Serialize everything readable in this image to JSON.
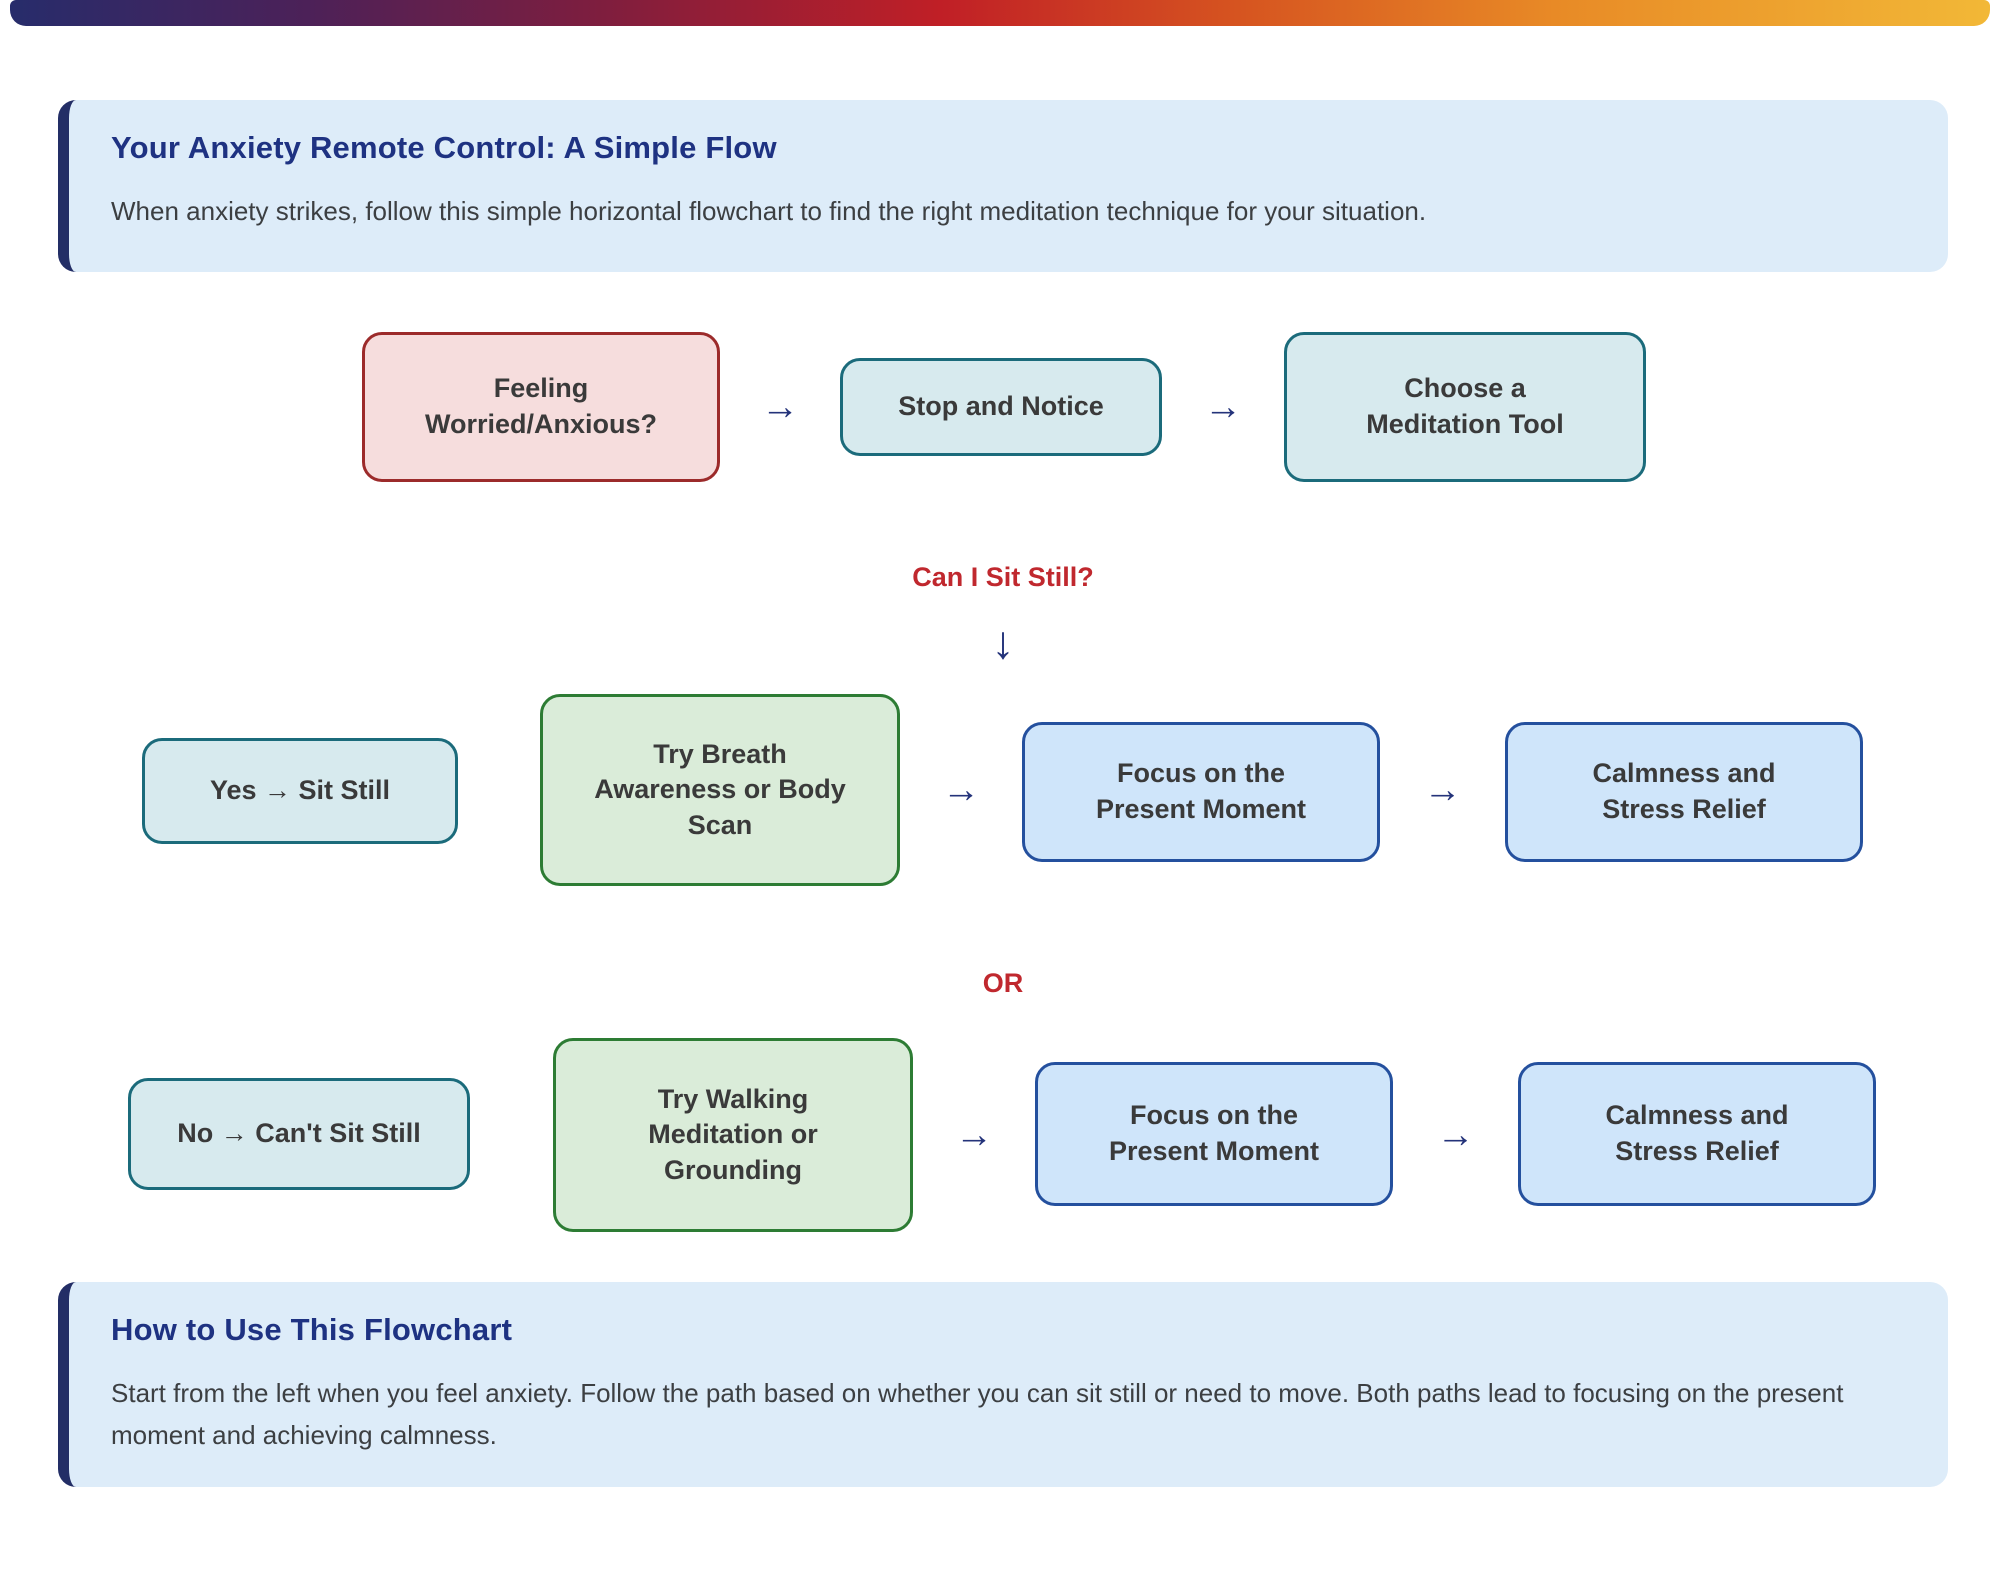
{
  "header": {
    "title": "Your Anxiety Remote Control: A Simple Flow",
    "subtitle": "When anxiety strikes, follow this simple horizontal flowchart to find the right meditation technique for your situation."
  },
  "flow": {
    "arrow_right": "→",
    "arrow_down": "↓",
    "decision_label": "Can I Sit Still?",
    "or_label": "OR",
    "row1": {
      "start": "Feeling Worried/Anxious?",
      "notice": "Stop and Notice",
      "choose": "Choose a Meditation Tool"
    },
    "row2": {
      "branch": "Yes → Sit Still",
      "action": "Try Breath Awareness or Body Scan",
      "focus": "Focus on the Present Moment",
      "outcome": "Calmness and Stress Relief"
    },
    "row3": {
      "branch": "No → Can't Sit Still",
      "action": "Try Walking Meditation or Grounding",
      "focus": "Focus on the Present Moment",
      "outcome": "Calmness and Stress Relief"
    }
  },
  "footer": {
    "title": "How to Use This Flowchart",
    "body": "Start from the left when you feel anxiety. Follow the path based on whether you can sit still or need to move. Both paths lead to focusing on the present moment and achieving calmness."
  },
  "colors": {
    "accent_navy": "#232e66",
    "title_navy": "#1e3282",
    "label_red": "#c0282e",
    "arrow_navy": "#24337a",
    "start_fill": "#f6dddd",
    "start_border": "#9c2b2b",
    "process_fill": "#d7eaee",
    "process_border": "#1b6b7b",
    "action_fill": "#daecd9",
    "action_border": "#2d7c34",
    "outcome_fill": "#cfe5fa",
    "outcome_border": "#24509e",
    "card_fill": "#ddecf9",
    "gradient_bar": [
      "#272c6b",
      "#7f1e3e",
      "#c01f26",
      "#e88a26",
      "#f2b837"
    ]
  }
}
